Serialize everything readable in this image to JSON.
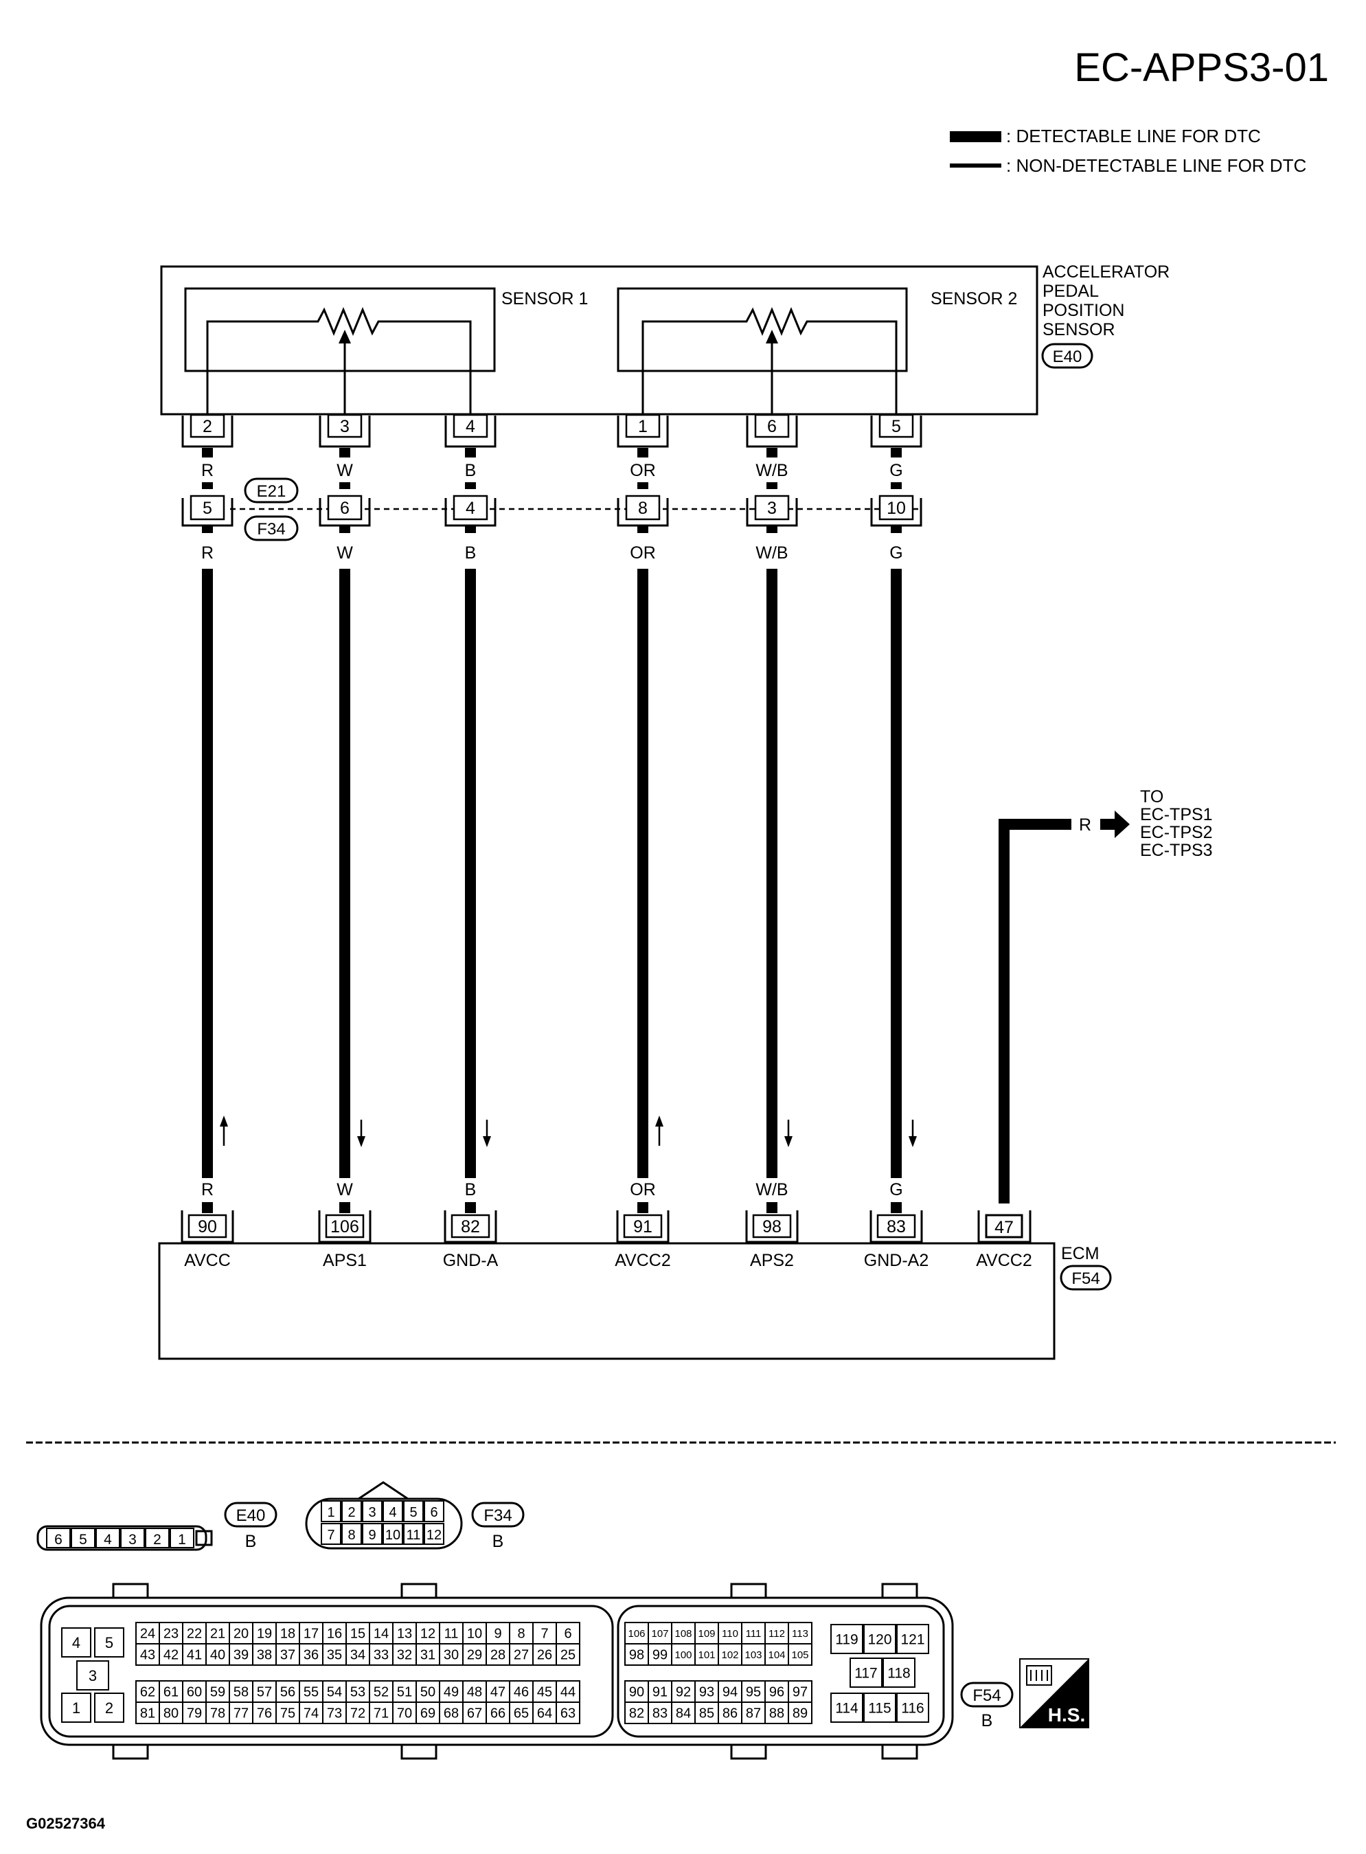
{
  "page_code": "EC-APPS3-01",
  "legend": {
    "detectable": ": DETECTABLE LINE FOR DTC",
    "non_detectable": ": NON-DETECTABLE LINE FOR DTC"
  },
  "sensor": {
    "title_lines": [
      "ACCELERATOR",
      "PEDAL",
      "POSITION",
      "SENSOR"
    ],
    "connector": "E40",
    "sensor1_label": "SENSOR 1",
    "sensor2_label": "SENSOR 2"
  },
  "junction": {
    "top_connector": "E21",
    "bottom_connector": "F34"
  },
  "wires": [
    {
      "sensor_pin": "2",
      "junction_pin": "5",
      "color": "R",
      "ecm_pin": "90",
      "ecm_label": "AVCC",
      "direction": "up"
    },
    {
      "sensor_pin": "3",
      "junction_pin": "6",
      "color": "W",
      "ecm_pin": "106",
      "ecm_label": "APS1",
      "direction": "down"
    },
    {
      "sensor_pin": "4",
      "junction_pin": "4",
      "color": "B",
      "ecm_pin": "82",
      "ecm_label": "GND-A",
      "direction": "down"
    },
    {
      "sensor_pin": "1",
      "junction_pin": "8",
      "color": "OR",
      "ecm_pin": "91",
      "ecm_label": "AVCC2",
      "direction": "up"
    },
    {
      "sensor_pin": "6",
      "junction_pin": "3",
      "color": "W/B",
      "ecm_pin": "98",
      "ecm_label": "APS2",
      "direction": "down"
    },
    {
      "sensor_pin": "5",
      "junction_pin": "10",
      "color": "G",
      "ecm_pin": "83",
      "ecm_label": "GND-A2",
      "direction": "down"
    }
  ],
  "tps_branch": {
    "color": "R",
    "ecm_pin": "47",
    "ecm_label": "AVCC2",
    "to_lines": [
      "TO",
      "EC-TPS1",
      "EC-TPS2",
      "EC-TPS3"
    ]
  },
  "ecm": {
    "label": "ECM",
    "connector": "F54"
  },
  "connector_views": {
    "e40": {
      "name": "E40",
      "color": "B",
      "pins": [
        "6",
        "5",
        "4",
        "3",
        "2",
        "1"
      ]
    },
    "f34": {
      "name": "F34",
      "color": "B",
      "top_row": [
        "1",
        "2",
        "3",
        "4",
        "5",
        "6"
      ],
      "bottom_row": [
        "7",
        "8",
        "9",
        "10",
        "11",
        "12"
      ]
    },
    "f54": {
      "name": "F54",
      "color": "B",
      "left_block": {
        "top": [
          "4",
          "5"
        ],
        "middle": "3",
        "bottom": [
          "1",
          "2"
        ]
      },
      "rows": [
        [
          "24",
          "23",
          "22",
          "21",
          "20",
          "19",
          "18",
          "17",
          "16",
          "15",
          "14",
          "13",
          "12",
          "11",
          "10",
          "9",
          "8",
          "7",
          "6"
        ],
        [
          "43",
          "42",
          "41",
          "40",
          "39",
          "38",
          "37",
          "36",
          "35",
          "34",
          "33",
          "32",
          "31",
          "30",
          "29",
          "28",
          "27",
          "26",
          "25"
        ],
        [
          "62",
          "61",
          "60",
          "59",
          "58",
          "57",
          "56",
          "55",
          "54",
          "53",
          "52",
          "51",
          "50",
          "49",
          "48",
          "47",
          "46",
          "45",
          "44"
        ],
        [
          "81",
          "80",
          "79",
          "78",
          "77",
          "76",
          "75",
          "74",
          "73",
          "72",
          "71",
          "70",
          "69",
          "68",
          "67",
          "66",
          "65",
          "64",
          "63"
        ]
      ],
      "mid_rows": [
        [
          "106",
          "107",
          "108",
          "109",
          "110",
          "111",
          "112",
          "113"
        ],
        [
          "98",
          "99",
          "100",
          "101",
          "102",
          "103",
          "104",
          "105"
        ],
        [
          "90",
          "91",
          "92",
          "93",
          "94",
          "95",
          "96",
          "97"
        ],
        [
          "82",
          "83",
          "84",
          "85",
          "86",
          "87",
          "88",
          "89"
        ]
      ],
      "right_block": {
        "top": [
          "119",
          "120",
          "121"
        ],
        "middle": [
          "117",
          "118"
        ],
        "bottom": [
          "114",
          "115",
          "116"
        ]
      }
    }
  },
  "hs_badge": "H.S.",
  "figure_code": "G02527364"
}
